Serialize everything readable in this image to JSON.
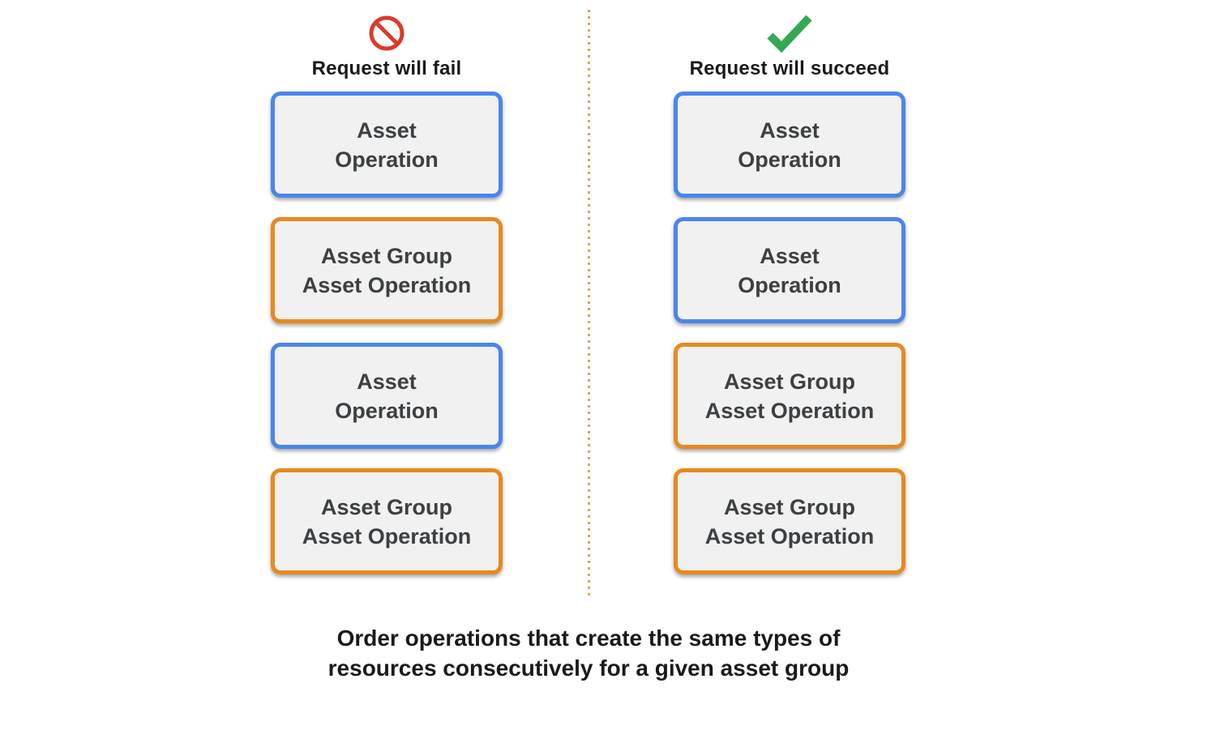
{
  "columns": [
    {
      "id": "fail",
      "title": "Request will fail",
      "icon": "prohibited-icon",
      "boxes": [
        {
          "name": "asset-operation-box",
          "color": "blue",
          "lines": [
            "Asset",
            "Operation"
          ]
        },
        {
          "name": "asset-group-asset-operation-box",
          "color": "orange",
          "lines": [
            "Asset Group",
            "Asset Operation"
          ]
        },
        {
          "name": "asset-operation-box",
          "color": "blue",
          "lines": [
            "Asset",
            "Operation"
          ]
        },
        {
          "name": "asset-group-asset-operation-box",
          "color": "orange",
          "lines": [
            "Asset Group",
            "Asset Operation"
          ]
        }
      ]
    },
    {
      "id": "succeed",
      "title": "Request will succeed",
      "icon": "checkmark-icon",
      "boxes": [
        {
          "name": "asset-operation-box",
          "color": "blue",
          "lines": [
            "Asset",
            "Operation"
          ]
        },
        {
          "name": "asset-operation-box",
          "color": "blue",
          "lines": [
            "Asset",
            "Operation"
          ]
        },
        {
          "name": "asset-group-asset-operation-box",
          "color": "orange",
          "lines": [
            "Asset Group",
            "Asset Operation"
          ]
        },
        {
          "name": "asset-group-asset-operation-box",
          "color": "orange",
          "lines": [
            "Asset Group",
            "Asset Operation"
          ]
        }
      ]
    }
  ],
  "caption": {
    "lines": [
      "Order operations that create the same types of",
      "resources consecutively for a given asset group"
    ]
  },
  "colors": {
    "blue_border": "#4a85ee",
    "orange_border": "#e8891c",
    "red_icon": "#db3a2a",
    "green_icon": "#34a853",
    "box_fill": "#f1f1f1",
    "box_text": "#3c4043",
    "divider_dot": "#e8a04c"
  }
}
